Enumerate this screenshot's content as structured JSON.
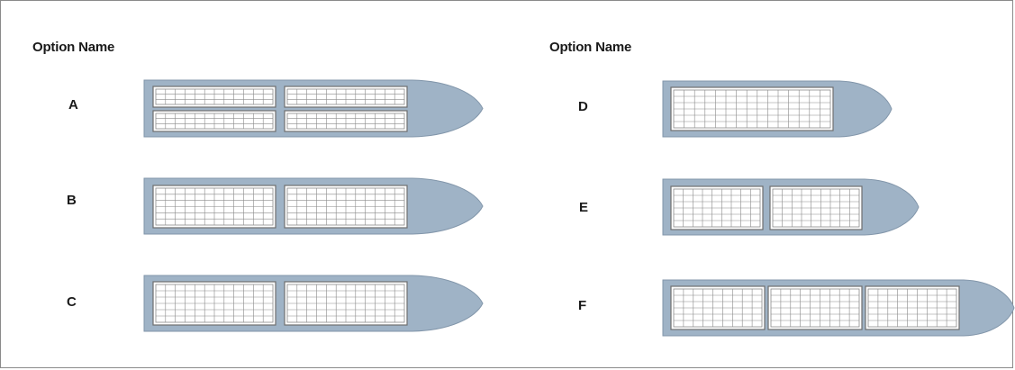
{
  "headers": {
    "left": "Option Name",
    "right": "Option Name"
  },
  "options": [
    {
      "name": "A",
      "layout": "2x2 small holds"
    },
    {
      "name": "B",
      "layout": "2 large holds"
    },
    {
      "name": "C",
      "layout": "2 large holds"
    },
    {
      "name": "D",
      "layout": "1 large hold"
    },
    {
      "name": "E",
      "layout": "2 holds"
    },
    {
      "name": "F",
      "layout": "3 holds"
    }
  ],
  "colors": {
    "hull": "#9fb3c6",
    "hull_outline": "#8296aa",
    "hold_fill": "#ffffff",
    "hold_border": "#6f6f6f",
    "grid_line": "#8a8a8a"
  }
}
